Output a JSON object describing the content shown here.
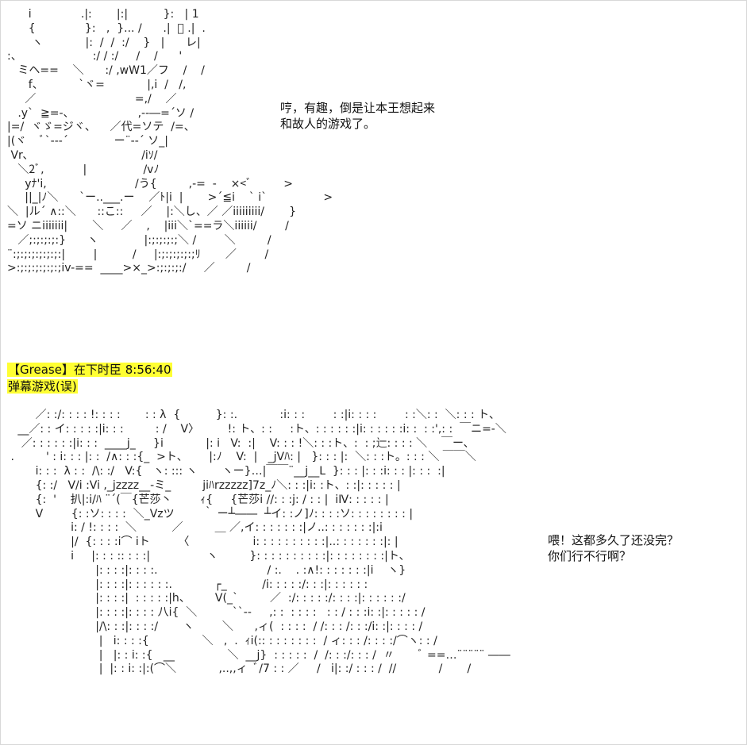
{
  "art_top": [
    "      i              .|:       |:|          }:   | 1",
    "      {              }:   ,  }... /      .|  ﾞ .|  .",
    "       ヽ            |:  /  /  :/    }   |      レ|",
    ":、                    :/ / :/     /    /      '",
    "   ミヘ==    ＼      :/ ,wW1／フ    /    /",
    "      f、          `ヾ=            |,i  /   /,",
    "     ／                            =,/    ／",
    "   .y`  ≧=-、                  ,--―=´ソ /",
    "|=/  ヾゞ=ジヾ、    ／代=ソテ  /=、",
    "|(ヾ    ﾞ`---´             ー¨--´ ソ_|",
    " Ⅴr､                                /iｿ/",
    "   ＼2ﾞ,           |                /vﾉ",
    "     yﾅ'i,                         /う{         ,-=  -    ×<ﾞ         >",
    "     ||_|ﾉ＼      `ー..___.ー    ／ﾄ|i  |       >´≦i    ` i`                >",
    "＼  |ル´ ∧::＼      ::こ::     ／    |:＼し、／ ／iiiiiiiii/       }",
    "=ソ ニiiiiiii|       ＼     ／    ,    |iii＼`==ラ＼iiiiii/        /",
    "   ／;:;:;:;:}      ヽ             |:;:;:;:;＼ /        ＼         /",
    "¨:;:;:;:;:;:;:|        |          /     |:;:;:;:;:;ﾘ       ／        /",
    ">:;:;:;:;:;:;iv-==  ____>×_>:;:;:;:/     ／         /"
  ],
  "speech_top": [
    "哼，有趣，倒是让本王想起来",
    "和故人的游戏了。"
  ],
  "post": {
    "name": "【Grease】在下时臣",
    "time": "8:56:40",
    "title": "弹幕游戏(误)"
  },
  "art_bottom": [
    "        ／: :/: : : : !: : : :       : : λ  {          }: :.            :i: : :        : :|i: : : :        : :＼: :  ＼: : : ト、",
    "   __／: : イ: : : : :|i: : :         : /    V〉        !: ト、: :     :ト、: : : : : :|i: : : : : :i: :  : :',: :  ￣ニ=-＼",
    "    ／: : : : : :|i: : :  ____j_     }i            |: i   V:  :|    V: : : !＼: : :ト、:  : ;辷: : : : ＼    ￣ー､",
    " .         ' : i: : : |: :  /∧: : :{_  >ト、      |:ﾉ    V:  |   _jVﾊ: |   }: : : |:  ＼: : :ト。: : : ＼ ￣￣＼ ",
    "        i: : :  λ : :  /\\: :/   V:{   ヽ: ::: ヽ       ヽー}…|￣￣¨__j__L  }: : : |: : :i: : : |: : :  :|",
    "        {: :/   V/i :Vi ,_jzzzz__-ミ_         jiﾊrzzzzz]7z_ﾉ＼: : :|i: :ト、: :|: : : : : |",
    "        {:  '    扒|:i/ﾊ ¨´(￣{芒莎丶        ｨ{     {芒莎i //: : :j: / : : |  iⅣ: : : : : |",
    "        V        {: :ソ: : : :  ＼_Vzツ        ｀ ー┴――  ┴イ: :ノ]ﾉ: : : :ソ: : : : : : : : |",
    "                  i: / !: : : :  ＼          ／         ＿ ／,イ: : : : : : :|ノ..: : : : : : :|:i",
    "                  |/  {: : : :i⌒ iト        〈                  i: : : : : : : : : :|..: : : : : : :|: |",
    "                  i     |: : : :: : : :|                ヽ         }: : : : : : : : : :|: : : : : : : :|ト、",
    "                         |: : : :|: : : :.                               / :.    . :∧!: : : : : : :|i    ヽ}",
    "                         |: : : :|: : : : : :.            ┌_          /i: : : : :/: : :|: : : : : :",
    "                         |: : : :|  : : : : :|h、       V(_`         ／  :/: : : : :/: : : :|: : : : : :/",
    "                         |: : : :|: : : : 八i{  ＼          ``--     ,: :  : : : :   : : / : : :i: :|: : : : : /",
    "                         |/\\: : :|: : : :/       ヽ        ＼      ,ィ(  : : : :  / /: : : /: : :/i: :|: : : : /",
    "                          |   i: : : :{               ＼   ,  .  ｨi(:: : : : : : : :  / ィ: : : /: : : :/⌒ヽ: : /",
    "                          |   |: : i: :{   __               ＼  __j}  : : : : :  /  /: : :/: : : /  〃       ﾞ ==…¨¨¨¨¨ ――",
    "                          |  |: : i: :|:(⌒＼            ,..,,ィ  ﾞ/7 : : ／     /   i|: :/ : : : /  //            /       /"
  ],
  "speech_bottom": [
    "喂！这都多久了还没完？",
    "你们行不行啊？"
  ]
}
